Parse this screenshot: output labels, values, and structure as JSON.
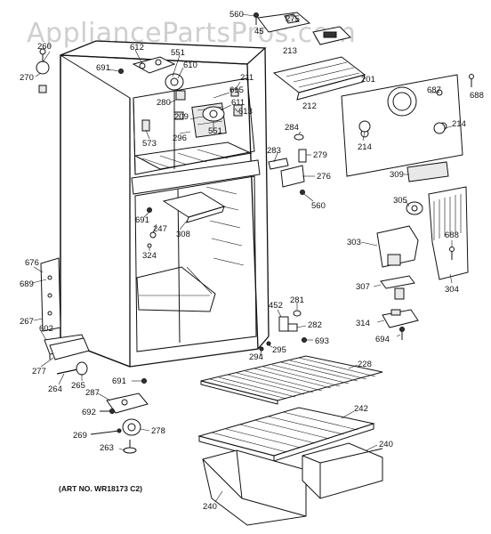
{
  "watermark": "AppliancePartsPros.com",
  "art_note": "(ART NO. WR18173 C2)",
  "callouts": {
    "c560a": "560",
    "c275": "275",
    "c45": "45",
    "c260": "260",
    "c612": "612",
    "c213": "213",
    "c691a": "691",
    "c551a": "551",
    "c610": "610",
    "c201": "201",
    "c270": "270",
    "c211": "211",
    "c688a": "688",
    "c615": "615",
    "c687": "687",
    "c212": "212",
    "c280": "280",
    "c611": "611",
    "c209": "209",
    "c613": "613",
    "c551b": "551",
    "c296": "296",
    "c573": "573",
    "c284": "284",
    "c214a": "214",
    "c214b": "214",
    "c283": "283",
    "c279": "279",
    "c276": "276",
    "c560b": "560",
    "c309": "309",
    "c691b": "691",
    "c247": "247",
    "c308": "308",
    "c305": "305",
    "c324": "324",
    "c688b": "688",
    "c303": "303",
    "c676": "676",
    "c689": "689",
    "c307": "307",
    "c304": "304",
    "c452": "452",
    "c281": "281",
    "c267": "267",
    "c602": "602",
    "c282": "282",
    "c314": "314",
    "c693": "693",
    "c694": "694",
    "c295": "295",
    "c294": "294",
    "c277": "277",
    "c228": "228",
    "c264": "264",
    "c265": "265",
    "c691c": "691",
    "c287": "287",
    "c692": "692",
    "c242": "242",
    "c278": "278",
    "c269": "269",
    "c240a": "240",
    "c263": "263",
    "c240b": "240"
  }
}
